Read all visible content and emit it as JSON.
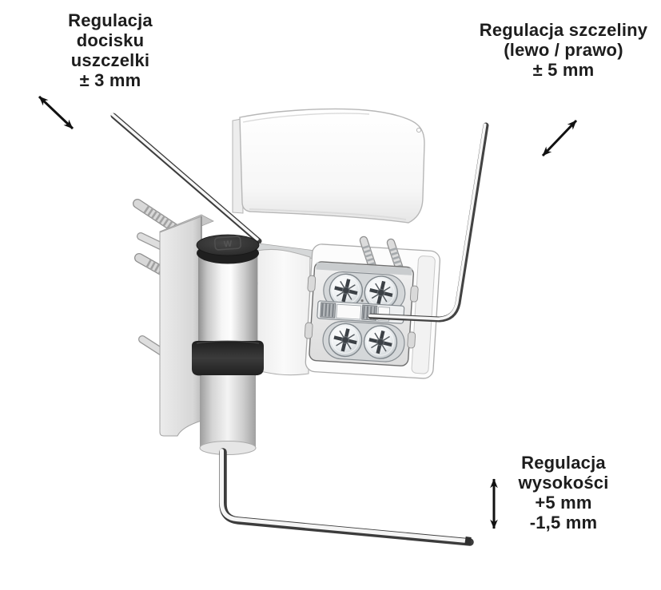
{
  "annotations": {
    "seal_pressure": {
      "lines": [
        "Regulacja",
        "docisku",
        "uszczelki",
        "± 3 mm"
      ]
    },
    "gap_left_right": {
      "lines": [
        "Regulacja szczeliny",
        "(lewo / prawo)",
        "± 5 mm"
      ]
    },
    "height": {
      "lines": [
        "Regulacja",
        "wysokości",
        "+5 mm",
        "-1,5 mm"
      ]
    }
  },
  "illustration": {
    "logo_text": "W"
  },
  "colors": {
    "background": "#ffffff",
    "text": "#1d1d1d",
    "arrow": "#111111",
    "black_parts": "#262626",
    "metal_light": "#f5f5f5",
    "metal_mid": "#cfcfcf",
    "metal_dark": "#8f8f8f"
  }
}
